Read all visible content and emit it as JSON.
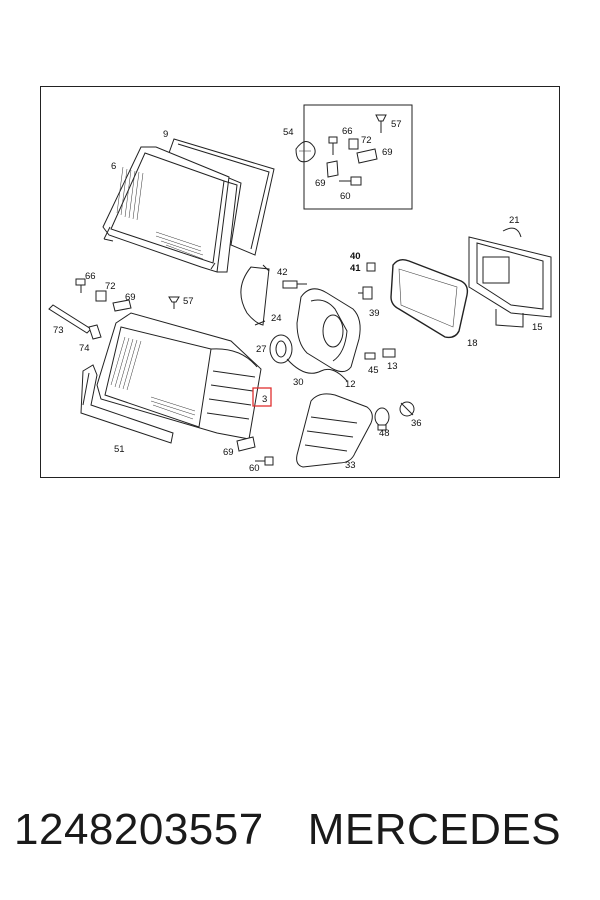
{
  "diagram": {
    "highlight_color": "#e03030",
    "highlighted_callout": "3",
    "callouts": {
      "c9": "9",
      "c6": "6",
      "c54": "54",
      "c66a": "66",
      "c57a": "57",
      "c72a": "72",
      "c69a": "69",
      "c69b": "69",
      "c60a": "60",
      "c21": "21",
      "c40": "40",
      "c41": "41",
      "c42": "42",
      "c66b": "66",
      "c72b": "72",
      "c69c": "69",
      "c57b": "57",
      "c73": "73",
      "c74": "74",
      "c24": "24",
      "c39": "39",
      "c18": "18",
      "c15": "15",
      "c27": "27",
      "c30": "30",
      "c12": "12",
      "c45": "45",
      "c13": "13",
      "c3": "3",
      "c48": "48",
      "c36": "36",
      "c51": "51",
      "c69d": "69",
      "c60b": "60",
      "c33": "33"
    }
  },
  "caption": {
    "part_number": "1248203557",
    "brand": "MERCEDES"
  }
}
